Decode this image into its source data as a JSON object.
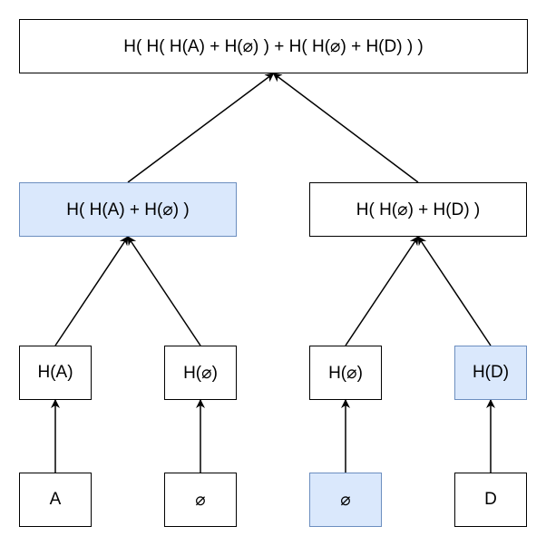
{
  "colors": {
    "highlight_fill": "#dae8fc",
    "highlight_border": "#6c8ebf",
    "default_fill": "#ffffff",
    "default_border": "#000000"
  },
  "nodes": {
    "root": {
      "label": "H( H( H(A) + H(⌀) ) + H( H(⌀) + H(D) ) )",
      "highlighted": false
    },
    "left": {
      "label": "H( H(A) + H(⌀) )",
      "highlighted": true
    },
    "right": {
      "label": "H( H(⌀) + H(D) )",
      "highlighted": false
    },
    "ha": {
      "label": "H(A)",
      "highlighted": false
    },
    "hn1": {
      "label": "H(⌀)",
      "highlighted": false
    },
    "hn2": {
      "label": "H(⌀)",
      "highlighted": false
    },
    "hd": {
      "label": "H(D)",
      "highlighted": true
    },
    "la": {
      "label": "A",
      "highlighted": false
    },
    "ln1": {
      "label": "⌀",
      "highlighted": false
    },
    "ln2": {
      "label": "⌀",
      "highlighted": true
    },
    "ld": {
      "label": "D",
      "highlighted": false
    }
  },
  "edges": [
    {
      "from": "la",
      "to": "ha"
    },
    {
      "from": "ln1",
      "to": "hn1"
    },
    {
      "from": "ln2",
      "to": "hn2"
    },
    {
      "from": "ld",
      "to": "hd"
    },
    {
      "from": "ha",
      "to": "left"
    },
    {
      "from": "hn1",
      "to": "left"
    },
    {
      "from": "hn2",
      "to": "right"
    },
    {
      "from": "hd",
      "to": "right"
    },
    {
      "from": "left",
      "to": "root"
    },
    {
      "from": "right",
      "to": "root"
    }
  ]
}
